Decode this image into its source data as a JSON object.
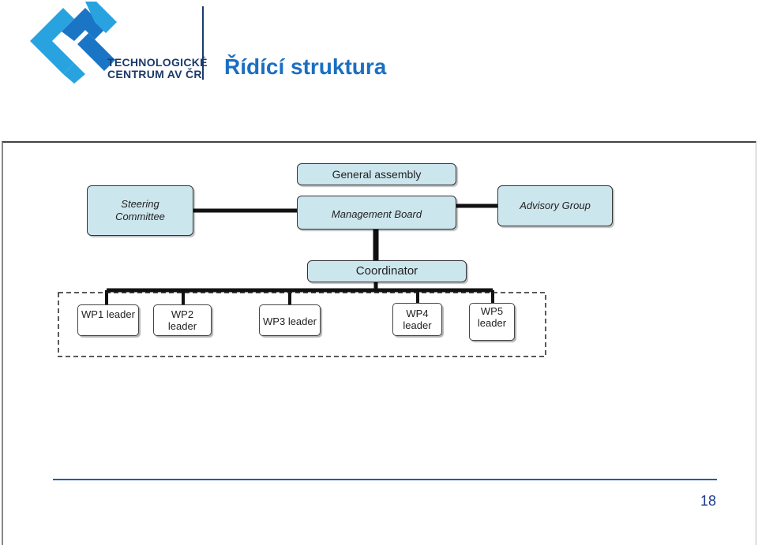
{
  "header": {
    "logo_line1": "TECHNOLOGICKÉ",
    "logo_line2": "CENTRUM AV ČR",
    "title": "Řídící struktura"
  },
  "diagram": {
    "general_assembly": "General assembly",
    "steering_committee": "Steering\nCommittee",
    "management_board": "Management Board",
    "advisory_group": "Advisory Group",
    "coordinator": "Coordinator",
    "work_packages": [
      {
        "label": "WP1 leader"
      },
      {
        "label": "WP2\nleader"
      },
      {
        "label": "WP3 leader"
      },
      {
        "label": "WP4\nleader"
      },
      {
        "label": "WP5\nleader"
      }
    ]
  },
  "footer": {
    "page_number": "18"
  },
  "colors": {
    "title_blue": "#1b6fc1",
    "logo_blue": "#29a3e0",
    "logo_navy": "#1b3a6b",
    "box_fill": "#cce6ee",
    "footer_line": "#1b5fa8"
  }
}
